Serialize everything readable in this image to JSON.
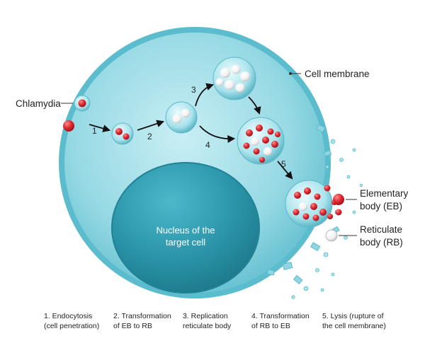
{
  "labels": {
    "cell_membrane": "Cell membrane",
    "chlamydia": "Chlamydia",
    "nucleus_line1": "Nucleus of the",
    "nucleus_line2": "target cell",
    "eb_line1": "Elementary",
    "eb_line2": "body (EB)",
    "rb_line1": "Reticulate",
    "rb_line2": "body (RB)"
  },
  "step_numbers": [
    "1",
    "2",
    "3",
    "4",
    "5"
  ],
  "captions": [
    {
      "line1": "1. Endocytosis",
      "line2": "(cell penetration)"
    },
    {
      "line1": "2. Transformation",
      "line2": "of EB to  RB"
    },
    {
      "line1": "3. Replication",
      "line2": "reticulate body"
    },
    {
      "line1": "4. Transformation",
      "line2": "of RB to EB"
    },
    {
      "line1": "5. Lysis (rupture of",
      "line2": "the cell membrane)"
    }
  ],
  "colors": {
    "cytoplasm": "#8fd6e2",
    "membrane": "#5bbccd",
    "nucleus": "#2f9bb0",
    "elementary_body": "#d8262e",
    "reticulate_body": "#f4f4f4",
    "arrow": "#111111"
  }
}
